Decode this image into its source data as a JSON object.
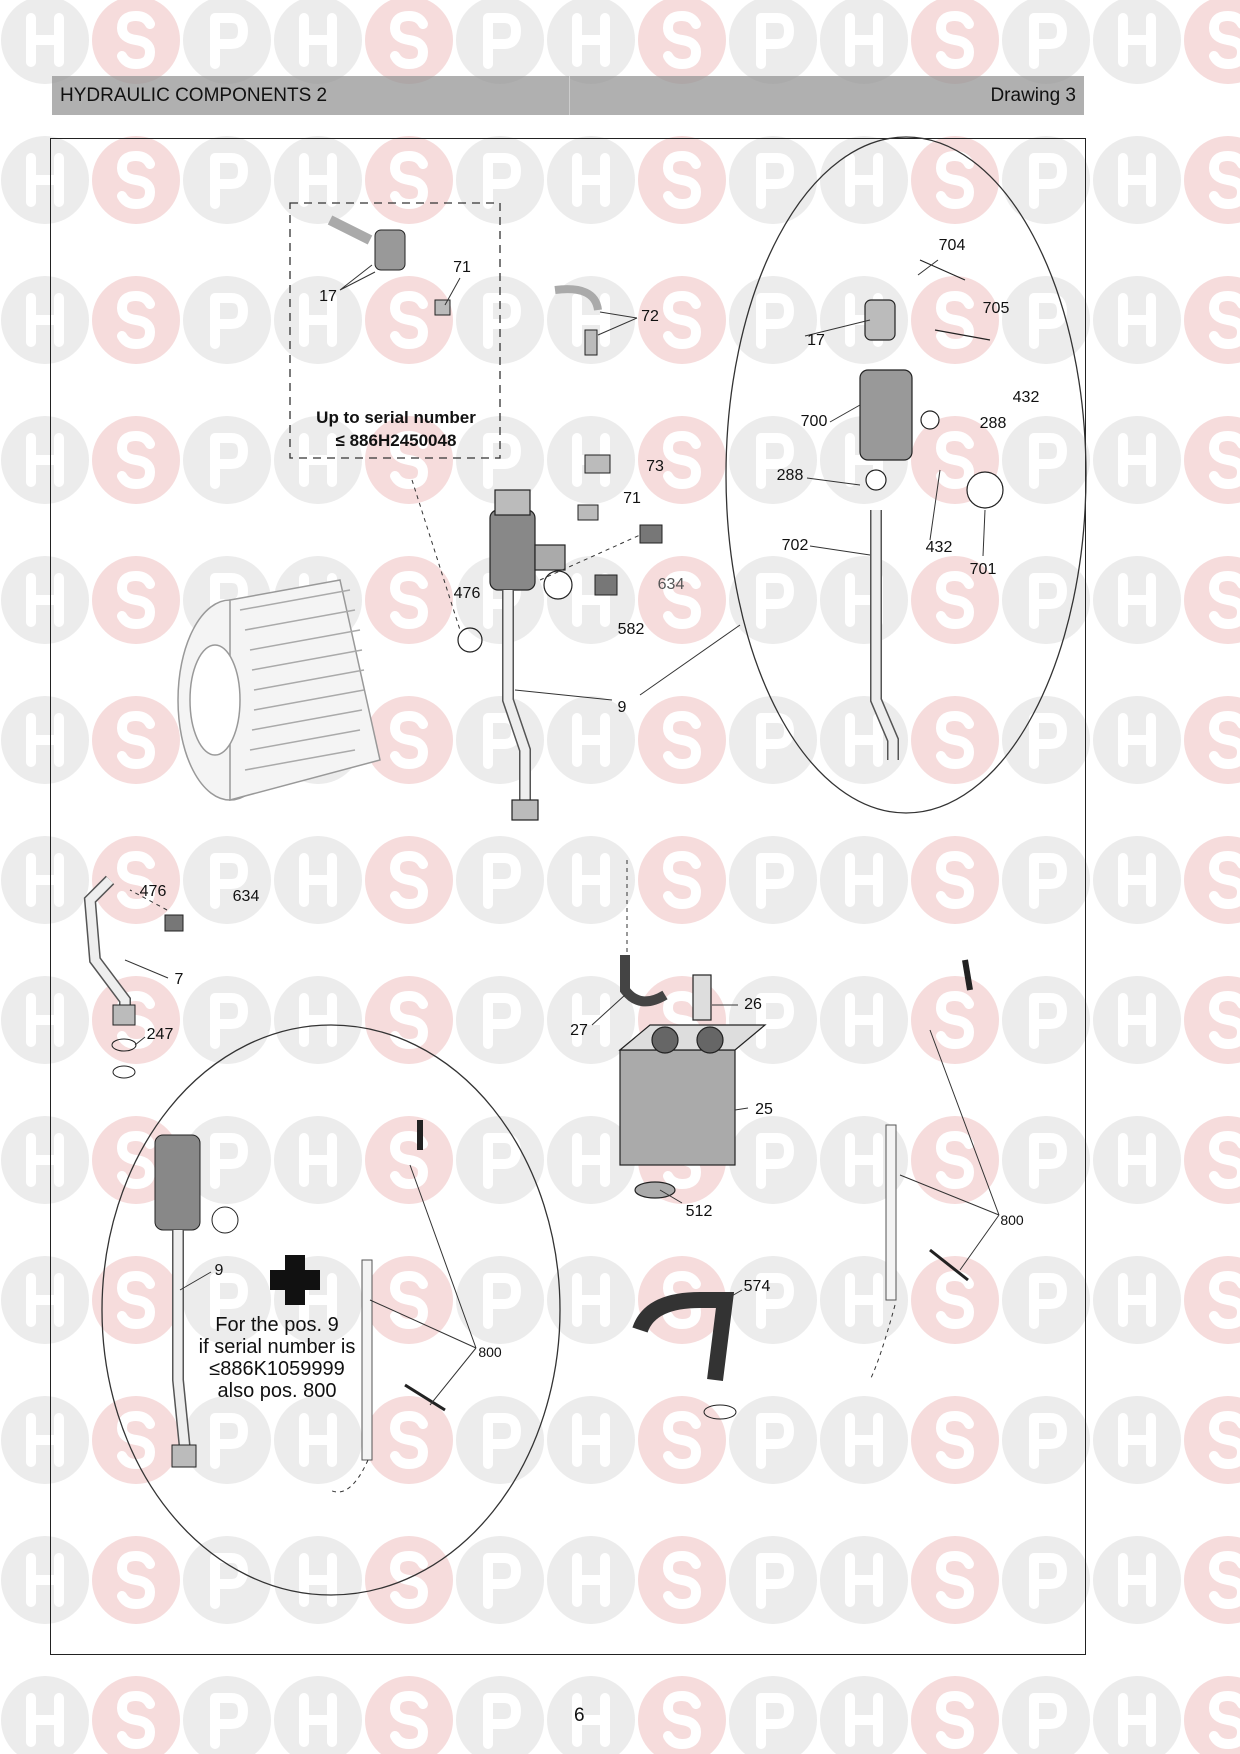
{
  "header": {
    "title": "HYDRAULIC COMPONENTS 2",
    "drawing": "Drawing 3"
  },
  "notes": {
    "serial_line1": "Up to serial number",
    "serial_line2": "≤ 886H2450048",
    "pos9_lines": [
      "For the pos. 9",
      "if serial number is",
      "≤886K1059999",
      "also pos. 800"
    ]
  },
  "callouts": [
    {
      "id": "17a",
      "text": "17"
    },
    {
      "id": "71a",
      "text": "71"
    },
    {
      "id": "72",
      "text": "72"
    },
    {
      "id": "73",
      "text": "73"
    },
    {
      "id": "71b",
      "text": "71"
    },
    {
      "id": "634a",
      "text": "634"
    },
    {
      "id": "476a",
      "text": "476"
    },
    {
      "id": "582",
      "text": "582"
    },
    {
      "id": "9a",
      "text": "9"
    },
    {
      "id": "704",
      "text": "704"
    },
    {
      "id": "705",
      "text": "705"
    },
    {
      "id": "17b",
      "text": "17"
    },
    {
      "id": "700",
      "text": "700"
    },
    {
      "id": "432a",
      "text": "432"
    },
    {
      "id": "288a",
      "text": "288"
    },
    {
      "id": "288b",
      "text": "288"
    },
    {
      "id": "702",
      "text": "702"
    },
    {
      "id": "432b",
      "text": "432"
    },
    {
      "id": "701",
      "text": "701"
    },
    {
      "id": "476b",
      "text": "476"
    },
    {
      "id": "634b",
      "text": "634"
    },
    {
      "id": "7",
      "text": "7"
    },
    {
      "id": "247",
      "text": "247"
    },
    {
      "id": "26",
      "text": "26"
    },
    {
      "id": "27",
      "text": "27"
    },
    {
      "id": "25",
      "text": "25"
    },
    {
      "id": "512",
      "text": "512"
    },
    {
      "id": "574",
      "text": "574"
    },
    {
      "id": "800a",
      "text": "800"
    },
    {
      "id": "9b",
      "text": "9"
    },
    {
      "id": "800b",
      "text": "800"
    }
  ],
  "page_number": "6",
  "watermark": {
    "letters": [
      "H",
      "S",
      "P"
    ],
    "color": "#f3dede"
  }
}
